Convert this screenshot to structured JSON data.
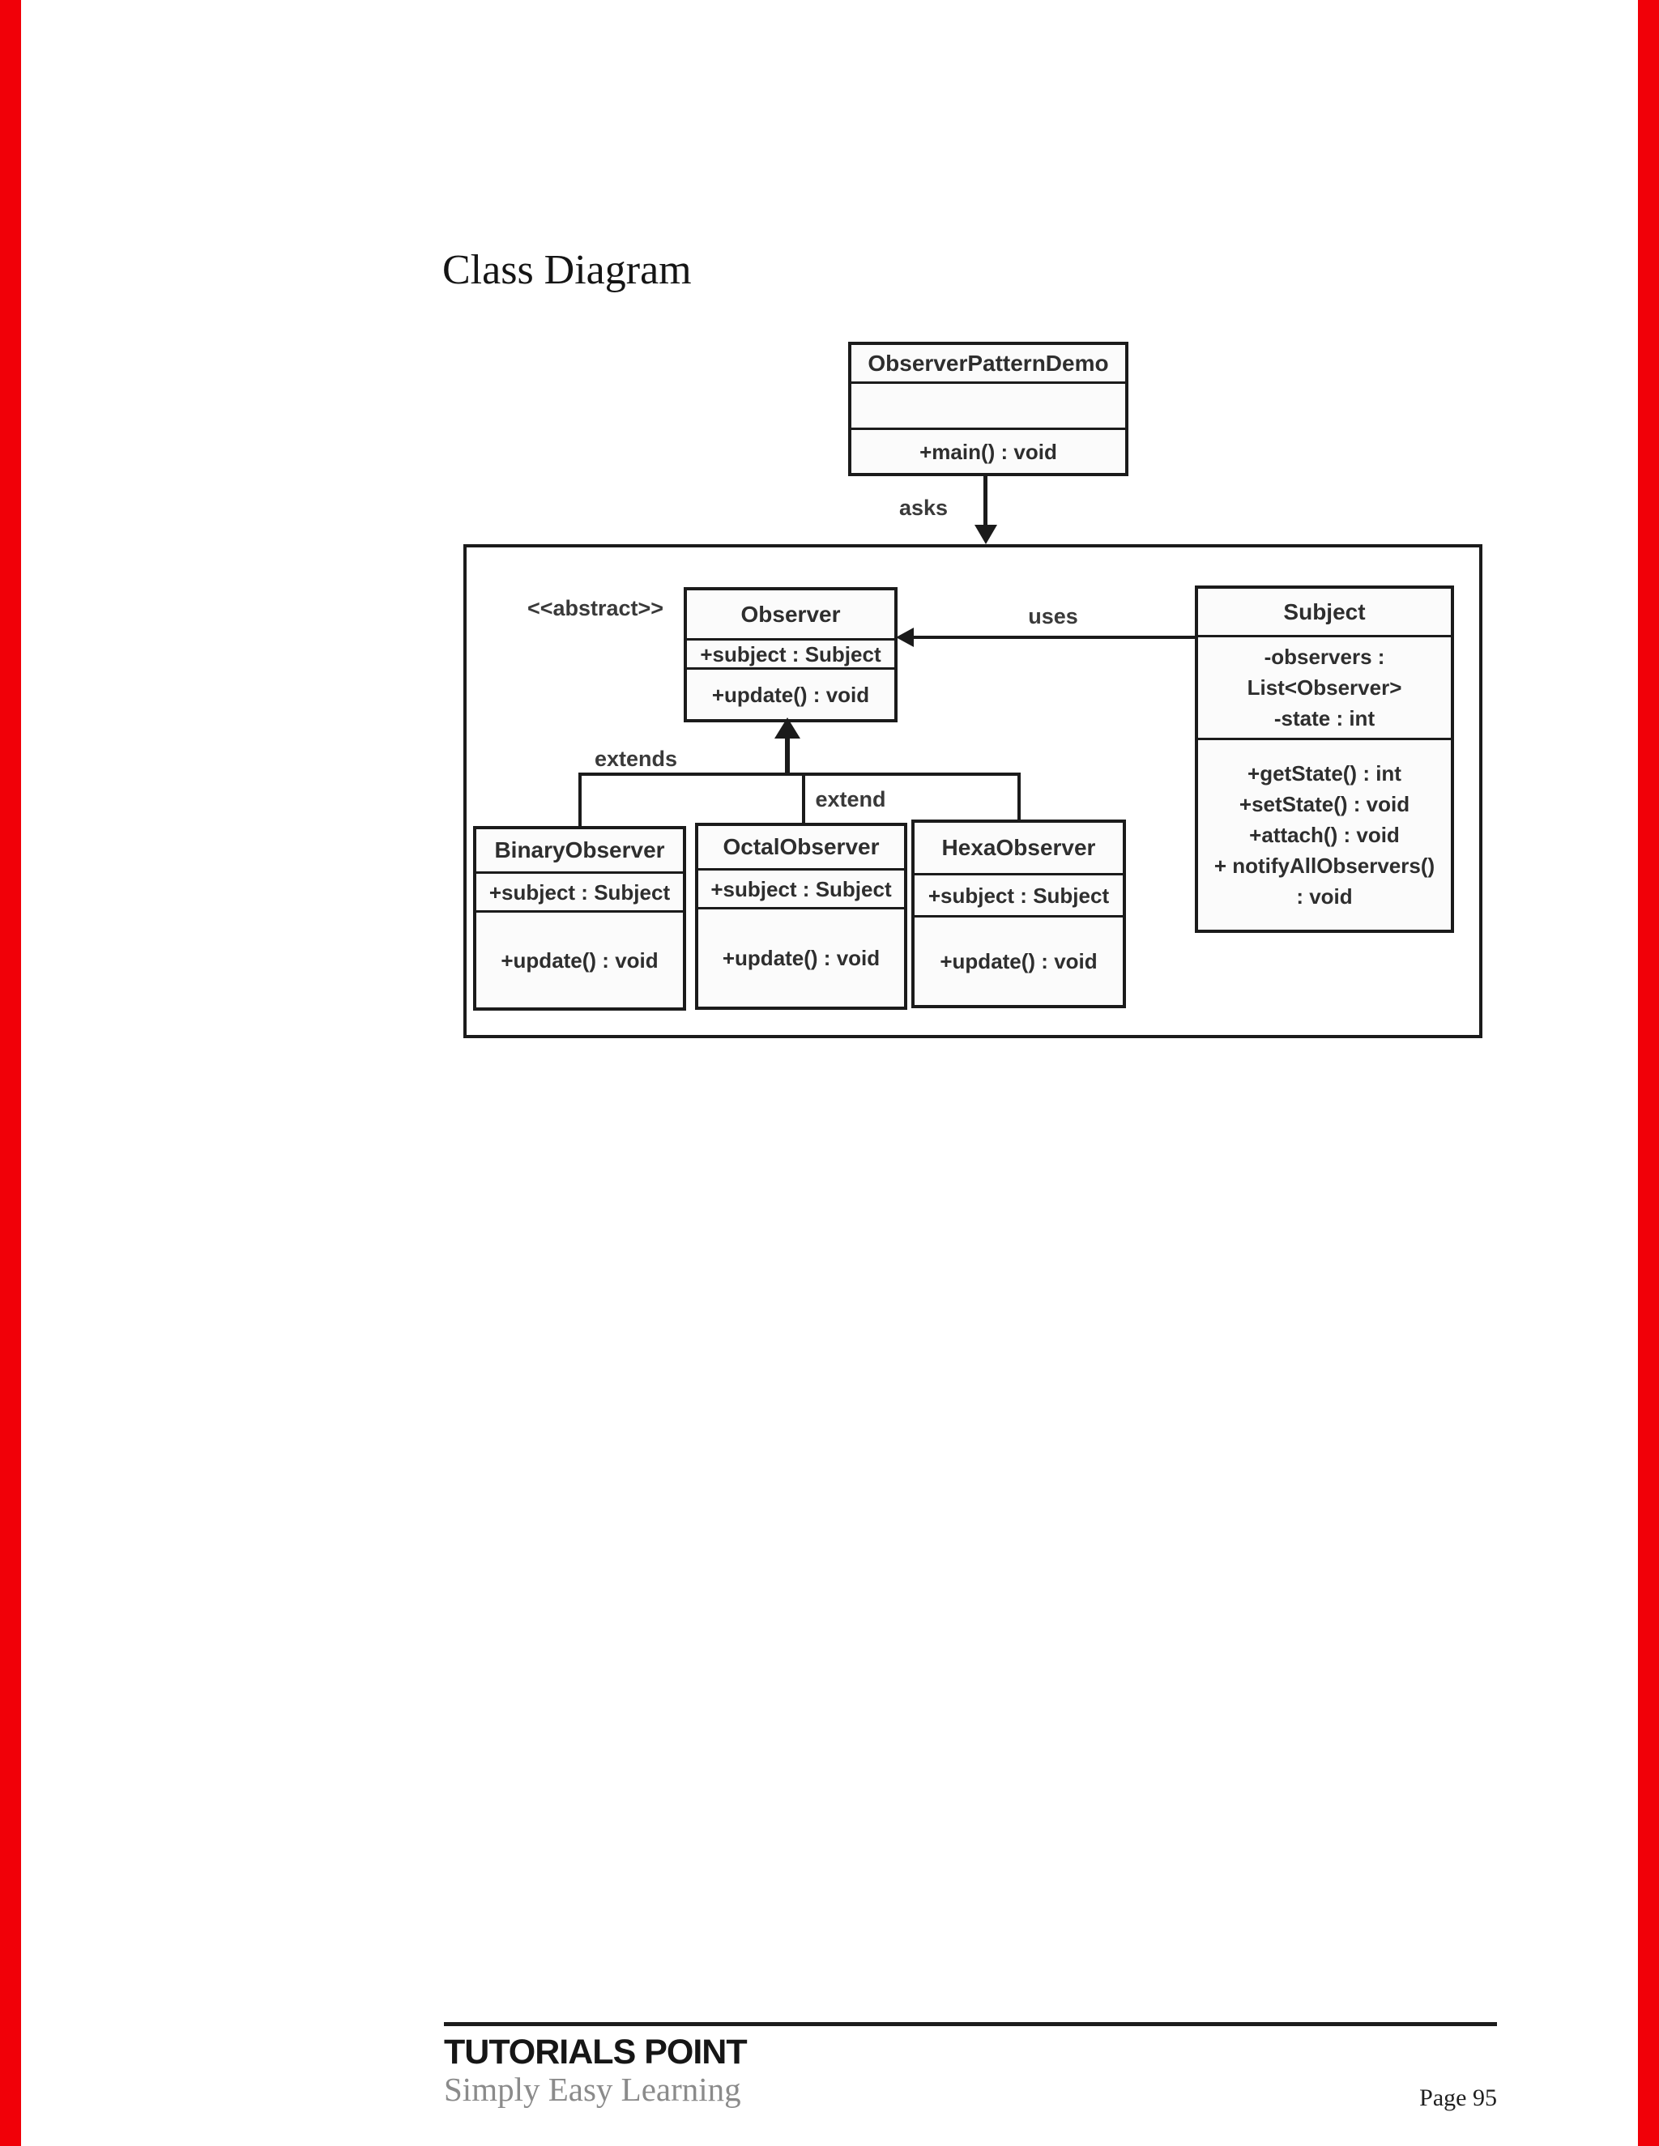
{
  "page": {
    "title": "Class Diagram",
    "footer": {
      "brand": "TUTORIALS POINT",
      "tagline": "Simply Easy Learning",
      "page_number": "Page 95"
    },
    "edge_color": "#f10008"
  },
  "diagram": {
    "stereotype": "<<abstract>>",
    "relations": {
      "asks": "asks",
      "uses": "uses",
      "extends": "extends",
      "extend": "extend"
    },
    "classes": {
      "demo": {
        "name": "ObserverPatternDemo",
        "methods": [
          "+main() : void"
        ]
      },
      "observer": {
        "name": "Observer",
        "attributes": [
          "+subject : Subject"
        ],
        "methods": [
          "+update() : void"
        ]
      },
      "subject": {
        "name": "Subject",
        "attributes": [
          "-observers :",
          "List<Observer>",
          "-state : int"
        ],
        "methods": [
          "+getState() : int",
          "+setState() : void",
          "+attach() : void",
          "+ notifyAllObservers()",
          ": void"
        ]
      },
      "binary": {
        "name": "BinaryObserver",
        "attributes": [
          "+subject : Subject"
        ],
        "methods": [
          "+update() : void"
        ]
      },
      "octal": {
        "name": "OctalObserver",
        "attributes": [
          "+subject : Subject"
        ],
        "methods": [
          "+update() : void"
        ]
      },
      "hexa": {
        "name": "HexaObserver",
        "attributes": [
          "+subject : Subject"
        ],
        "methods": [
          "+update() : void"
        ]
      }
    },
    "colors": {
      "line": "#1b1b1b",
      "box_fill": "#fbfbfb",
      "text": "#2e2e2e"
    }
  }
}
